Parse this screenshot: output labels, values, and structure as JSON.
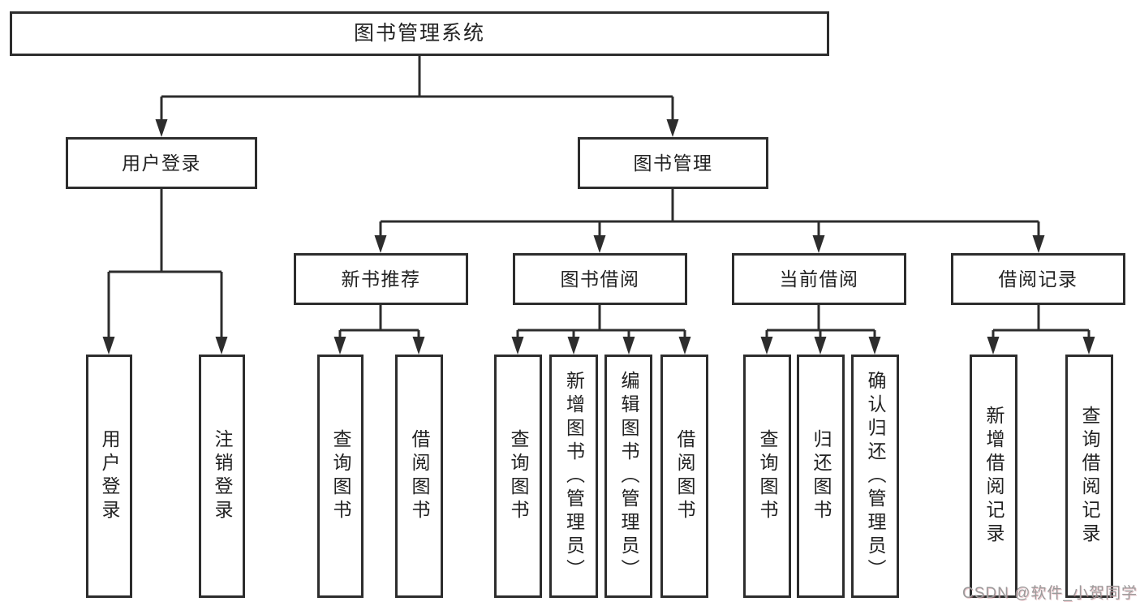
{
  "tree": {
    "root": {
      "label": "图书管理系统"
    },
    "level2": [
      {
        "label": "用户登录",
        "children": [
          {
            "label": "用户登录"
          },
          {
            "label": "注销登录"
          }
        ]
      },
      {
        "label": "图书管理",
        "children": [
          {
            "label": "新书推荐",
            "children": [
              {
                "label": "查询图书"
              },
              {
                "label": "借阅图书"
              }
            ]
          },
          {
            "label": "图书借阅",
            "children": [
              {
                "label": "查询图书"
              },
              {
                "label": "新增图书（管理员）"
              },
              {
                "label": "编辑图书（管理员）"
              },
              {
                "label": "借阅图书"
              }
            ]
          },
          {
            "label": "当前借阅",
            "children": [
              {
                "label": "查询图书"
              },
              {
                "label": "归还图书"
              },
              {
                "label": "确认归还（管理员）"
              }
            ]
          },
          {
            "label": "借阅记录",
            "children": [
              {
                "label": "新增借阅记录"
              },
              {
                "label": "查询借阅记录"
              }
            ]
          }
        ]
      }
    ]
  },
  "watermark": {
    "text": "CSDN @软件_小贺同学"
  },
  "colors": {
    "line": "#2d2d2d",
    "box_border": "#2d2d2d",
    "text": "#222222",
    "watermark": "#9b9b9b",
    "background": "#ffffff"
  }
}
